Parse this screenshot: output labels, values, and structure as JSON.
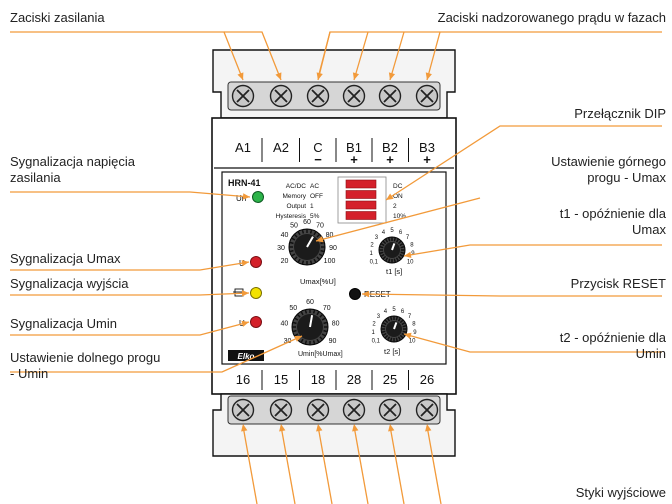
{
  "callouts": {
    "power_terminals": "Zaciski zasilania",
    "phase_current_terminals": "Zaciski nadzorowanego prądu w fazach",
    "dip_switch": "Przełącznik DIP",
    "supply_signal": "Sygnalizacja napięcia\nzasilania",
    "umax_setting": "Ustawienie górnego\nprogu - Umax",
    "t1_delay": "t1 - opóźnienie dla\nUmax",
    "umax_signal": "Sygnalizacja Umax",
    "output_signal": "Sygnalizacja wyjścia",
    "reset_button": "Przycisk RESET",
    "umin_signal": "Sygnalizacja Umin",
    "umin_setting": "Ustawienie dolnego progu\n- Umin",
    "t2_delay": "t2 - opóźnienie dla\nUmin",
    "output_contacts": "Styki wyjściowe"
  },
  "device": {
    "model": "HRN-41",
    "top_terminals": [
      {
        "label": "A1",
        "sign": ""
      },
      {
        "label": "A2",
        "sign": ""
      },
      {
        "label": "C",
        "sign": "−"
      },
      {
        "label": "B1",
        "sign": "+"
      },
      {
        "label": "B2",
        "sign": "+"
      },
      {
        "label": "B3",
        "sign": "+"
      }
    ],
    "bottom_terminals": [
      "16",
      "15",
      "18",
      "28",
      "25",
      "26"
    ],
    "dip_rows": [
      {
        "name": "AC/DC",
        "left": "AC",
        "right": "DC"
      },
      {
        "name": "Memory",
        "left": "OFF",
        "right": "ON"
      },
      {
        "name": "Output",
        "left": "1",
        "right": "2"
      },
      {
        "name": "Hysteresis",
        "left": "5%",
        "right": "10%"
      }
    ],
    "un_label": "Un",
    "u_label": "U",
    "umax_knob": {
      "caption": "Umax[%U]",
      "scale": [
        "20",
        "30",
        "40",
        "50",
        "60",
        "70",
        "80",
        "90",
        "100"
      ]
    },
    "umin_knob": {
      "caption": "Umin[%Umax]",
      "scale": [
        "30",
        "40",
        "50",
        "60",
        "70",
        "80",
        "90"
      ]
    },
    "t1_knob": {
      "caption": "t1 [s]",
      "scale": [
        "0,1",
        "1",
        "2",
        "3",
        "4",
        "5",
        "6",
        "7",
        "8",
        "9",
        "10"
      ]
    },
    "t2_knob": {
      "caption": "t2 [s]",
      "scale": [
        "0,1",
        "1",
        "2",
        "3",
        "4",
        "5",
        "6",
        "7",
        "8",
        "9",
        "10"
      ]
    },
    "reset_label": "RESET",
    "brand": "Elko"
  },
  "colors": {
    "leader": "#f29a3a",
    "led_green": "#2db34a",
    "led_red": "#d4202a",
    "led_yellow": "#f3e200",
    "dip_red": "#d4202a"
  }
}
